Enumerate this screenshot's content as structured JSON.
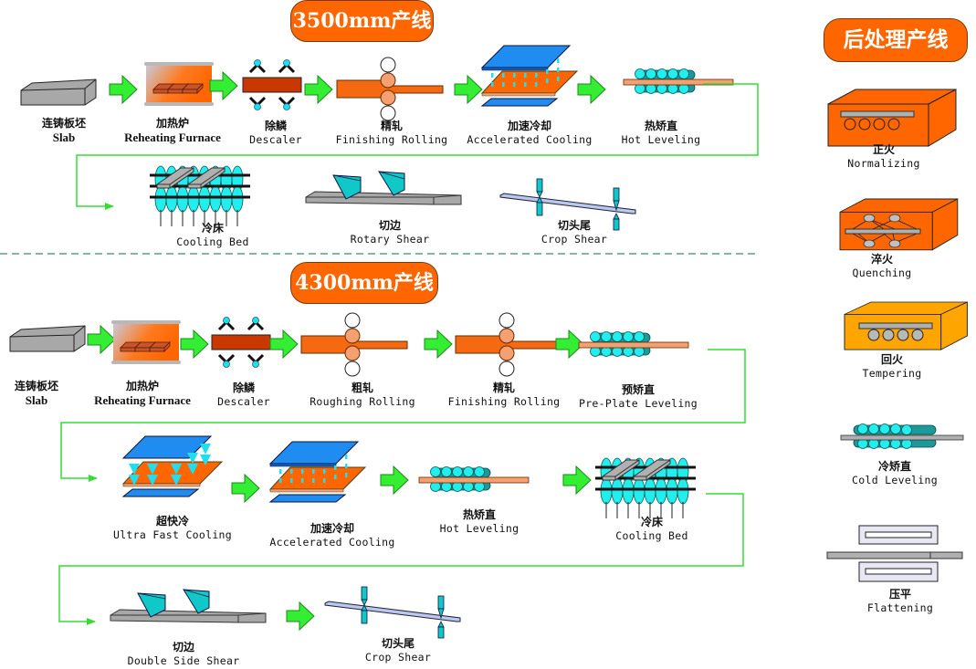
{
  "colors": {
    "accent_orange": "#ff6600",
    "arrow_green": "#33ee33",
    "connector_green": "#33dd33",
    "cooling_blue": "#1e90ff",
    "cyan": "#00cccc",
    "steel_gray": "#a8a8a8",
    "divider": "#3a8a6a"
  },
  "line_3500": {
    "title": "3500mm产线",
    "steps": [
      {
        "zh": "连铸板坯",
        "en": "Slab",
        "icon": "slab-icon"
      },
      {
        "zh": "加热炉",
        "en": "Reheating Furnace",
        "icon": "furnace-icon"
      },
      {
        "zh": "除鳞",
        "en": "Descaler",
        "icon": "descaler-icon"
      },
      {
        "zh": "精轧",
        "en": "Finishing Rolling",
        "icon": "rolling-mill-icon"
      },
      {
        "zh": "加速冷却",
        "en": "Accelerated Cooling",
        "icon": "accelerated-cooling-icon"
      },
      {
        "zh": "热矫直",
        "en": "Hot Leveling",
        "icon": "leveler-icon"
      },
      {
        "zh": "冷床",
        "en": "Cooling Bed",
        "icon": "cooling-bed-icon"
      },
      {
        "zh": "切边",
        "en": "Rotary Shear",
        "icon": "side-shear-icon"
      },
      {
        "zh": "切头尾",
        "en": "Crop Shear",
        "icon": "crop-shear-icon"
      }
    ]
  },
  "line_4300": {
    "title": "4300mm产线",
    "steps": [
      {
        "zh": "连铸板坯",
        "en": "Slab",
        "icon": "slab-icon"
      },
      {
        "zh": "加热炉",
        "en": "Reheating Furnace",
        "icon": "furnace-icon"
      },
      {
        "zh": "除鳞",
        "en": "Descaler",
        "icon": "descaler-icon"
      },
      {
        "zh": "粗轧",
        "en": "Roughing Rolling",
        "icon": "rolling-mill-icon"
      },
      {
        "zh": "精轧",
        "en": "Finishing Rolling",
        "icon": "rolling-mill-icon"
      },
      {
        "zh": "预矫直",
        "en": "Pre-Plate Leveling",
        "icon": "leveler-icon"
      },
      {
        "zh": "超快冷",
        "en": "Ultra Fast Cooling",
        "icon": "ultra-fast-cooling-icon"
      },
      {
        "zh": "加速冷却",
        "en": "Accelerated Cooling",
        "icon": "accelerated-cooling-icon"
      },
      {
        "zh": "热矫直",
        "en": "Hot Leveling",
        "icon": "leveler-icon"
      },
      {
        "zh": "冷床",
        "en": "Cooling Bed",
        "icon": "cooling-bed-icon"
      },
      {
        "zh": "切边",
        "en": "Double Side Shear",
        "icon": "side-shear-icon"
      },
      {
        "zh": "切头尾",
        "en": "Crop Shear",
        "icon": "crop-shear-icon"
      }
    ]
  },
  "post_processing": {
    "title": "后处理产线",
    "steps": [
      {
        "zh": "正火",
        "en": "Normalizing",
        "icon": "normalizing-furnace-icon"
      },
      {
        "zh": "淬火",
        "en": "Quenching",
        "icon": "quenching-furnace-icon"
      },
      {
        "zh": "回火",
        "en": "Tempering",
        "icon": "tempering-furnace-icon"
      },
      {
        "zh": "冷矫直",
        "en": "Cold Leveling",
        "icon": "cold-leveler-icon"
      },
      {
        "zh": "压平",
        "en": "Flattening",
        "icon": "flattening-press-icon"
      }
    ]
  }
}
